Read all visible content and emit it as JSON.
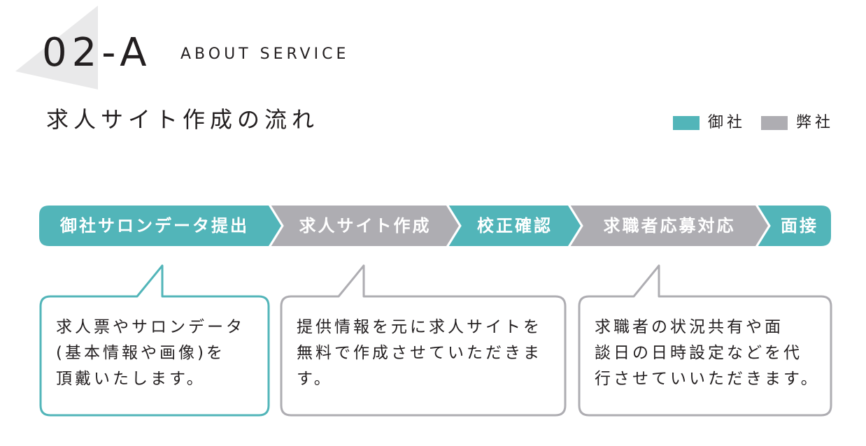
{
  "header": {
    "section_number": "02-A",
    "section_subtitle": "ABOUT SERVICE",
    "title": "求人サイト作成の流れ"
  },
  "legend": {
    "items": [
      {
        "label": "御社",
        "color": "#52b5b9"
      },
      {
        "label": "弊社",
        "color": "#aeadb2"
      }
    ]
  },
  "flow": {
    "steps": [
      {
        "label": "御社サロンデータ提出",
        "owner": "御社",
        "color": "#52b5b9"
      },
      {
        "label": "求人サイト作成",
        "owner": "弊社",
        "color": "#aeadb2"
      },
      {
        "label": "校正確認",
        "owner": "御社",
        "color": "#52b5b9"
      },
      {
        "label": "求職者応募対応",
        "owner": "弊社",
        "color": "#aeadb2"
      },
      {
        "label": "面接",
        "owner": "御社",
        "color": "#52b5b9"
      }
    ]
  },
  "callouts": [
    {
      "lines": [
        "求人票やサロンデータ",
        "(基本情報や画像)を",
        "頂戴いたします。"
      ],
      "border_color": "#52b5b9"
    },
    {
      "lines": [
        "提供情報を元に求人サイトを",
        "無料で作成させていただきま",
        "す。"
      ],
      "border_color": "#aeadb2"
    },
    {
      "lines": [
        "求職者の状況共有や面",
        "談日の日時設定などを代",
        "行させていいただきます。"
      ],
      "border_color": "#aeadb2"
    }
  ]
}
